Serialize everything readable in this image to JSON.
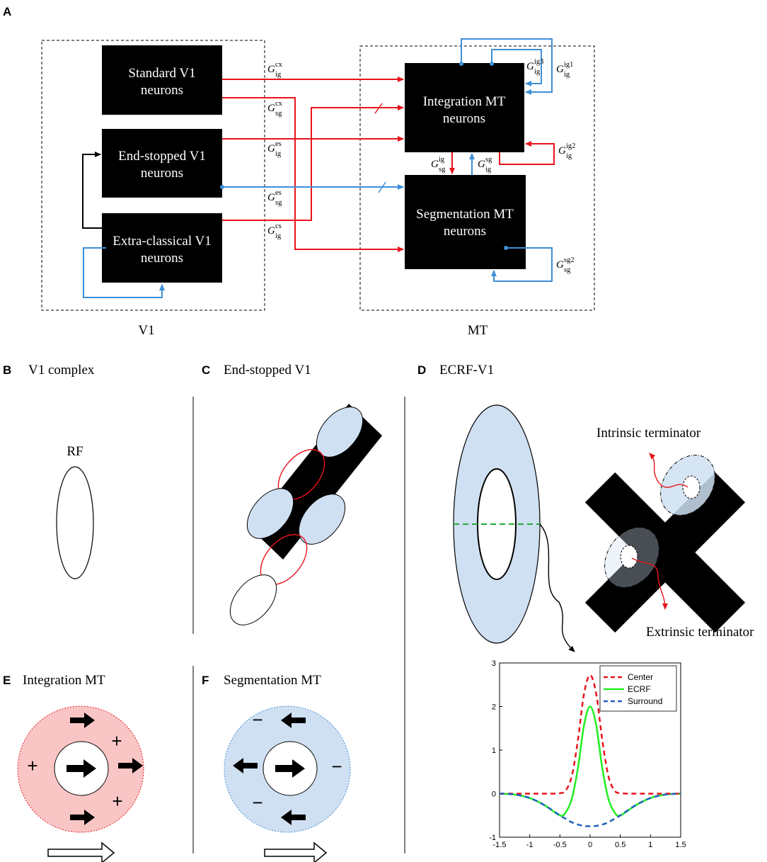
{
  "panels": {
    "A": {
      "letter": "A"
    },
    "B": {
      "letter": "B",
      "title": "V1 complex",
      "rf_label": "RF"
    },
    "C": {
      "letter": "C",
      "title": "End-stopped V1"
    },
    "D": {
      "letter": "D",
      "title": "ECRF-V1",
      "intrinsic": "Intrinsic terminator",
      "extrinsic": "Extrinsic terminator"
    },
    "E": {
      "letter": "E",
      "title": "Integration MT"
    },
    "F": {
      "letter": "F",
      "title": "Segmentation MT"
    }
  },
  "diagram": {
    "v1_label": "V1",
    "mt_label": "MT",
    "boxes": {
      "standard": [
        "Standard V1",
        "neurons"
      ],
      "endstopped": [
        "End-stopped V1",
        "neurons"
      ],
      "extraclassical": [
        "Extra-classical V1",
        "neurons"
      ],
      "integration": [
        "Integration MT",
        "neurons"
      ],
      "segmentation": [
        "Segmentation MT",
        "neurons"
      ]
    },
    "gains": [
      {
        "id": "cx_ig",
        "sub": "ig",
        "sup": "cx"
      },
      {
        "id": "cx_sg",
        "sub": "sg",
        "sup": "cx"
      },
      {
        "id": "es_ig",
        "sub": "ig",
        "sup": "es"
      },
      {
        "id": "es_sg",
        "sub": "sg",
        "sup": "es"
      },
      {
        "id": "cs_ig",
        "sub": "ig",
        "sup": "cs"
      },
      {
        "id": "ig3",
        "sub": "ig",
        "sup": "ig3"
      },
      {
        "id": "ig1",
        "sub": "ig",
        "sup": "ig1"
      },
      {
        "id": "ig2",
        "sub": "ig",
        "sup": "ig2"
      },
      {
        "id": "sg_ig",
        "sub": "sg",
        "sup": "ig"
      },
      {
        "id": "ig_sg",
        "sub": "ig",
        "sup": "sg"
      },
      {
        "id": "sg2",
        "sub": "sg",
        "sup": "sg2"
      }
    ],
    "gain_symbol": "G",
    "colors": {
      "excitatory": "#e8141c",
      "inhibitory": "#3d8fd6",
      "box": "#000000"
    }
  },
  "signs": {
    "plus": "+",
    "minus": "−"
  },
  "chart_data": {
    "type": "line",
    "xlim": [
      -1.5,
      1.5
    ],
    "ylim": [
      -1,
      3
    ],
    "xticks": [
      "-1.5",
      "-1",
      "-0.5",
      "0",
      "0.5",
      "1",
      "1.5"
    ],
    "yticks": [
      "-1",
      "0",
      "1",
      "2",
      "3"
    ],
    "legend_position": "top-right",
    "x": [
      -1.5,
      -1.25,
      -1.0,
      -0.75,
      -0.5,
      -0.4,
      -0.3,
      -0.2,
      -0.1,
      0.0,
      0.1,
      0.2,
      0.3,
      0.4,
      0.5,
      0.75,
      1.0,
      1.25,
      1.5
    ],
    "series": [
      {
        "name": "Center",
        "color": "#e8141c",
        "style": "dashed",
        "values": [
          0,
          0,
          0,
          0,
          0.01,
          0.08,
          0.42,
          1.25,
          2.3,
          2.72,
          2.3,
          1.25,
          0.42,
          0.08,
          0.01,
          0,
          0,
          0,
          0
        ]
      },
      {
        "name": "ECRF",
        "color": "#22ee22",
        "style": "solid",
        "values": [
          0,
          -0.02,
          -0.1,
          -0.27,
          -0.5,
          -0.42,
          -0.1,
          0.6,
          1.58,
          2.0,
          1.58,
          0.6,
          -0.1,
          -0.42,
          -0.5,
          -0.27,
          -0.1,
          -0.02,
          0
        ]
      },
      {
        "name": "Surround",
        "color": "#1f5fbf",
        "style": "dashed",
        "values": [
          0,
          -0.02,
          -0.1,
          -0.27,
          -0.5,
          -0.58,
          -0.66,
          -0.71,
          -0.74,
          -0.75,
          -0.74,
          -0.71,
          -0.66,
          -0.58,
          -0.5,
          -0.27,
          -0.1,
          -0.02,
          0
        ]
      }
    ]
  }
}
